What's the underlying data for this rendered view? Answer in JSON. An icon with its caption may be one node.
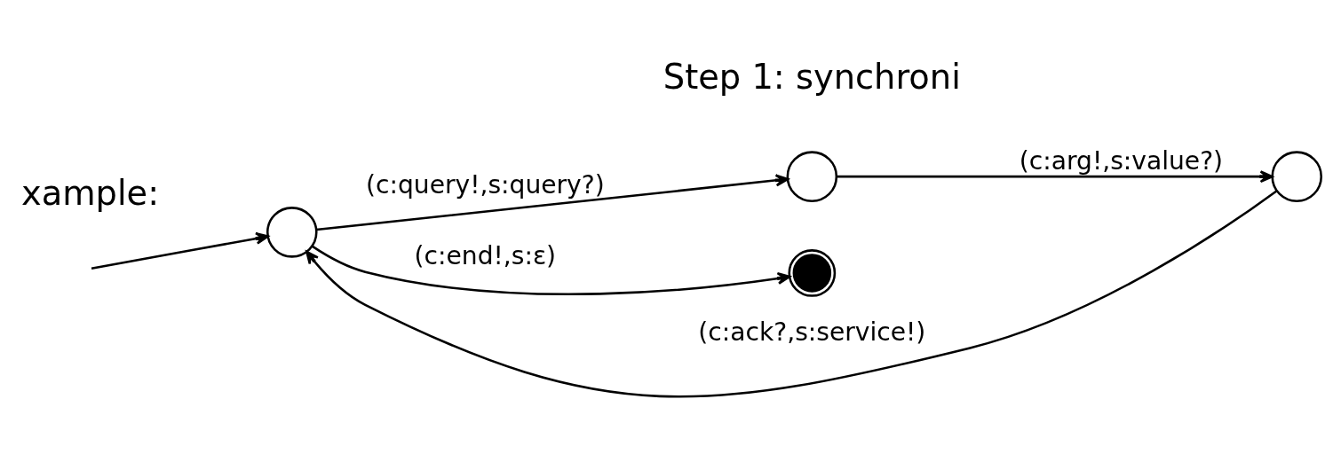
{
  "diagram": {
    "nodes": [
      {
        "text": [],
        "shape": "circle"
      },
      {
        "text": [],
        "shape": "circle"
      },
      {
        "text": [],
        "shape": "circle"
      },
      {
        "text": [],
        "shape": "bullseye"
      }
    ],
    "edges": [
      {
        "from": null,
        "to": 0,
        "arrow": "to"
      },
      {
        "from": 0,
        "to": 1,
        "arrow": "to",
        "label": "(c:query!,s:query?)"
      },
      {
        "from": 1,
        "to": 2,
        "arrow": "to",
        "label": "(c:arg!,s:value?)"
      },
      {
        "from": 2,
        "to": 0,
        "arrow": "to",
        "label": "(c:ack?,s:service!)"
      },
      {
        "from": 0,
        "to": 3,
        "arrow": "to",
        "label": "(c:end!,s:ε)"
      }
    ],
    "labels": [
      "xample:",
      "Step 1: synchroni"
    ]
  }
}
